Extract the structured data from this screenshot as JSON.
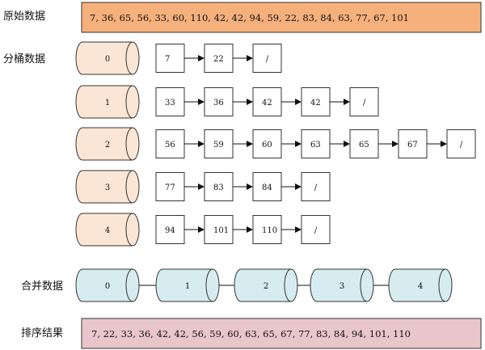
{
  "labels": {
    "original": "原始数据",
    "buckets": "分桶数据",
    "merged": "合并数据",
    "sorted": "排序结果"
  },
  "original_sequence": "7,  36,  65,  56,  33,  60,  110,  42,  42,  94,  59,  22,  83,  84,  63,  77,  67,  101",
  "sorted_sequence": "7,  22,  33,  36,  42,  42,  56,  59,  60,  63,  65,  67,  77,  83,  84,  94,  101,  110",
  "null_marker": "/",
  "buckets": [
    {
      "id": "0",
      "items": [
        "7",
        "22"
      ]
    },
    {
      "id": "1",
      "items": [
        "33",
        "36",
        "42",
        "42"
      ]
    },
    {
      "id": "2",
      "items": [
        "56",
        "59",
        "60",
        "63",
        "65",
        "67"
      ]
    },
    {
      "id": "3",
      "items": [
        "77",
        "83",
        "84"
      ]
    },
    {
      "id": "4",
      "items": [
        "94",
        "101",
        "110"
      ]
    }
  ],
  "merged": [
    "0",
    "1",
    "2",
    "3",
    "4"
  ],
  "colors": {
    "original_fill": "#f6b07c",
    "bucket_fill": "#fbe6d6",
    "merged_fill": "#d6ecf0",
    "sorted_fill": "#e9c6cb",
    "border": "#333333"
  }
}
